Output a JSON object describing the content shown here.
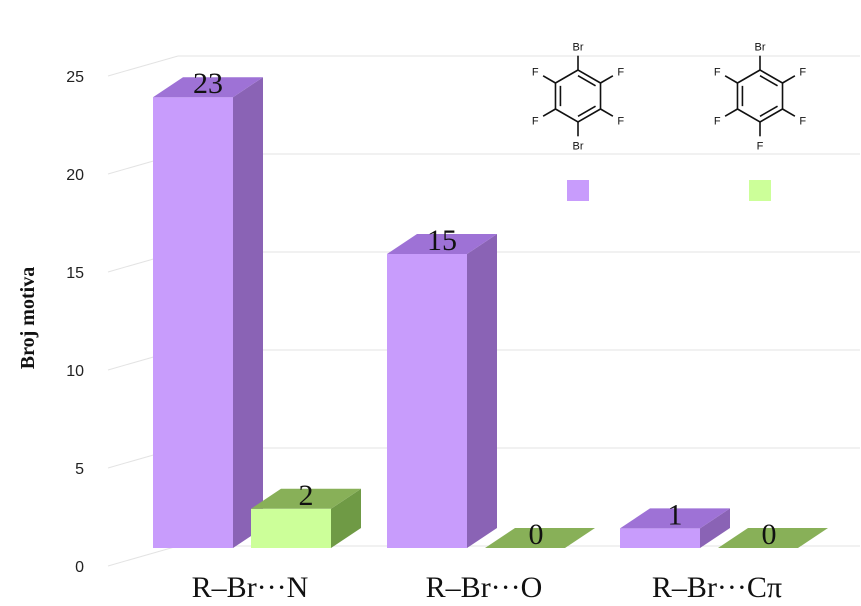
{
  "chart_data": {
    "type": "bar",
    "style": "3d-clustered",
    "categories": [
      "R–Br···N",
      "R–Br···O",
      "R–Br···Cπ"
    ],
    "series": [
      {
        "values": [
          23,
          15,
          1
        ],
        "color": "#c89cfc",
        "side_color": "#8a63b5",
        "top_color": "#9e72d6"
      },
      {
        "values": [
          2,
          0,
          0
        ],
        "color": "#ccff99",
        "side_color": "#6f9a45",
        "top_color": "#88b058"
      }
    ],
    "ylabel": "Broj motiva",
    "ylim": [
      0,
      25
    ],
    "yticks": [
      0,
      5,
      10,
      15,
      20,
      25
    ],
    "grid": true,
    "legend": {
      "placement": "top-right",
      "entries": [
        {
          "molecule": "1,4-dibromotetrafluorobenzene",
          "swatch_color": "#c89cfc",
          "top_label": "Br",
          "bottom_label": "Br",
          "side_label": "F"
        },
        {
          "molecule": "bromopentafluorobenzene",
          "swatch_color": "#ccff99",
          "top_label": "Br",
          "bottom_label": "F",
          "side_label": "F"
        }
      ]
    }
  }
}
